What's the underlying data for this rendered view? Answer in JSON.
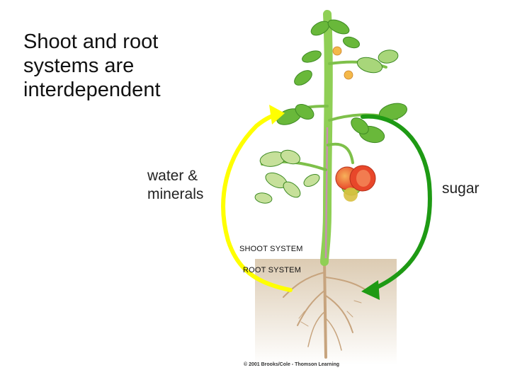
{
  "title": "Shoot and root systems are interdependent",
  "labels": {
    "water_minerals": "water & minerals",
    "sugar": "sugar",
    "shoot_system": "SHOOT SYSTEM",
    "root_system": "ROOT SYSTEM",
    "credit": "© 2001 Brooks/Cole - Thomson Learning"
  },
  "colors": {
    "water_arrow": "#ffff00",
    "sugar_arrow": "#1e9a14",
    "leaf": "#69b83a",
    "leaf_dark": "#3e8a24",
    "stem": "#8fcf55",
    "tomato": "#e8472a",
    "soil": "#dccbb2",
    "root": "#c7a47e"
  },
  "icons": [
    "tomato-plant-illustration",
    "yellow-arrow",
    "green-arrow"
  ]
}
